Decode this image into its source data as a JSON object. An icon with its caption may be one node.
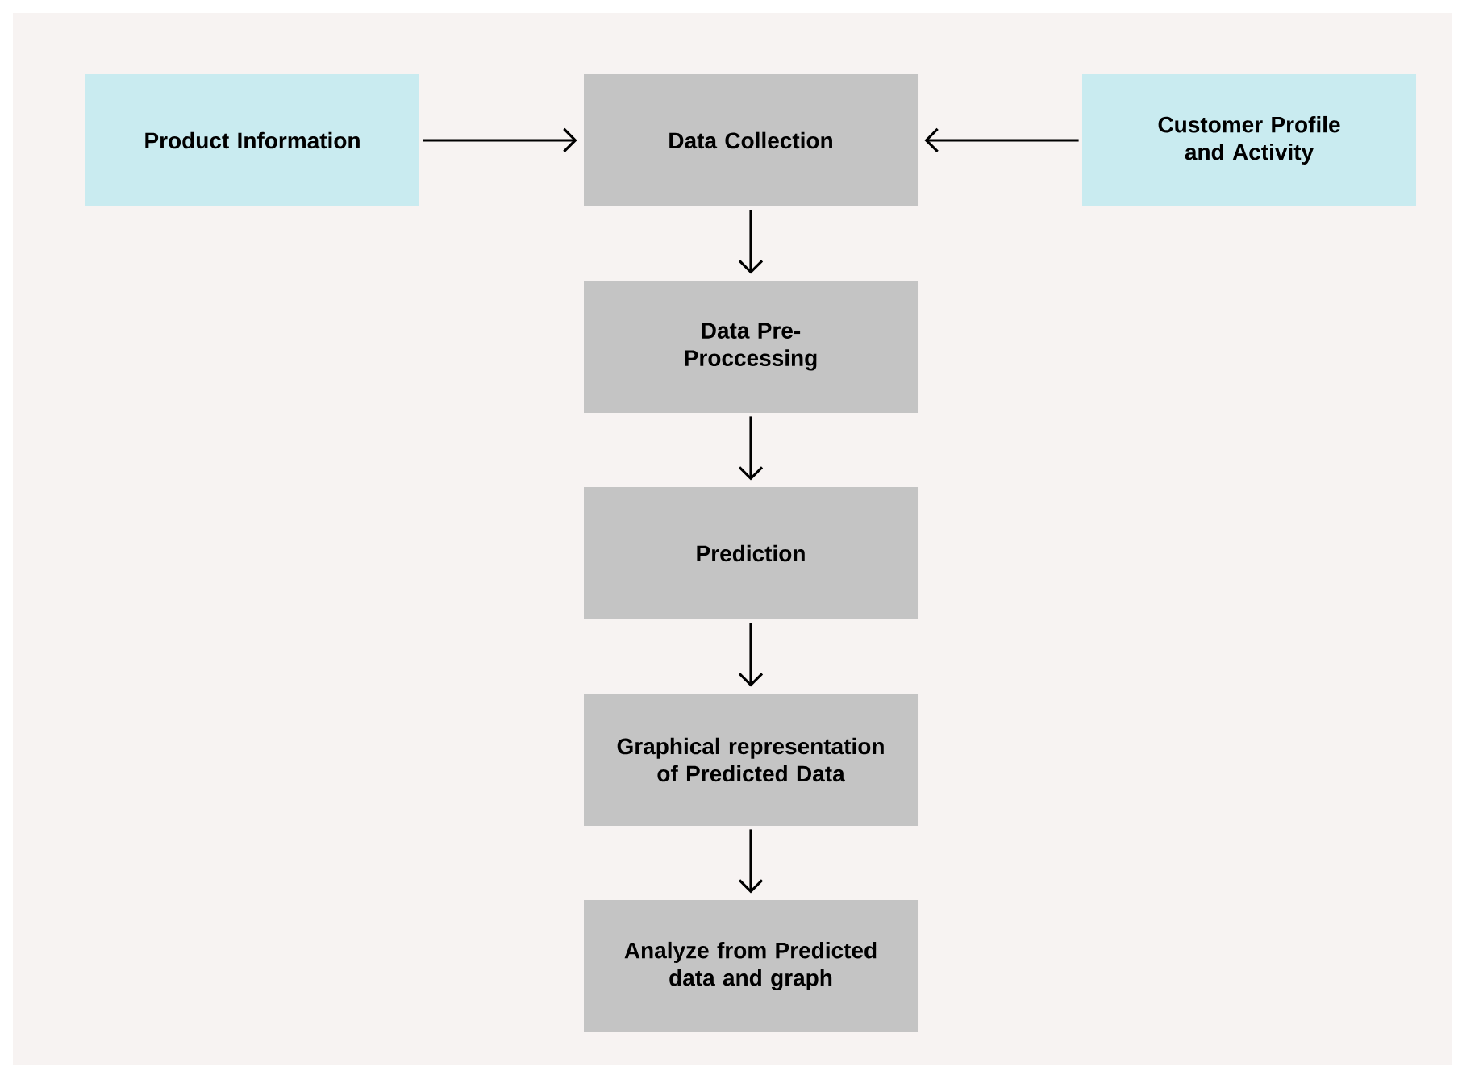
{
  "diagram": {
    "nodes": [
      {
        "text": [
          "Product Information"
        ]
      },
      {
        "text": [
          "Data Collection"
        ]
      },
      {
        "text": [
          "Customer Profile and Activity"
        ]
      },
      {
        "text": [
          "Data Pre-Proccessing"
        ]
      },
      {
        "text": [
          "Prediction"
        ]
      },
      {
        "text": [
          "Graphical representation of Predicted Data"
        ]
      },
      {
        "text": [
          "Analyze from Predicted data and graph"
        ]
      }
    ],
    "edges": [
      {
        "from": 0,
        "to": 1,
        "arrow": "to"
      },
      {
        "from": 2,
        "to": 1,
        "arrow": "to"
      },
      {
        "from": 1,
        "to": 3,
        "arrow": "to"
      },
      {
        "from": 3,
        "to": 4,
        "arrow": "to"
      },
      {
        "from": 4,
        "to": 5,
        "arrow": "to"
      },
      {
        "from": 5,
        "to": 6,
        "arrow": "to"
      }
    ]
  }
}
